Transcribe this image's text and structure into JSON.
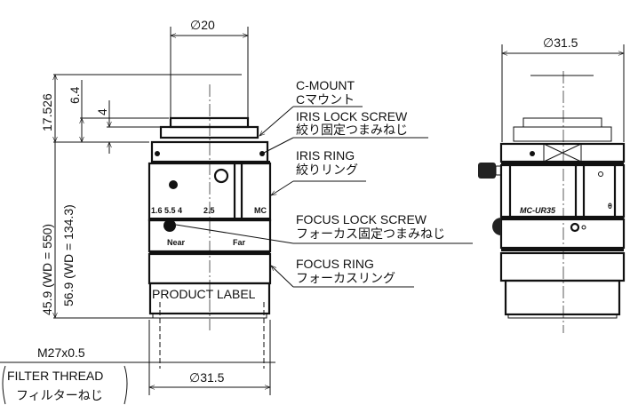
{
  "dimensions": {
    "top_diameter": "∅20",
    "height_total": "17.526",
    "height_6_4": "6.4",
    "height_4": "4",
    "length_wd550": "45.9 (WD = 550)",
    "length_wd134": "56.9 (WD = 134.3)",
    "bottom_diameter": "∅31.5",
    "side_diameter": "∅31.5"
  },
  "filter_thread": {
    "spec": "M27x0.5",
    "label_en": "FILTER THREAD",
    "label_ja": "フィルターねじ"
  },
  "callouts": [
    {
      "en": "C-MOUNT",
      "ja": "Cマウント"
    },
    {
      "en": "IRIS LOCK SCREW",
      "ja": "絞り固定つまみねじ"
    },
    {
      "en": "IRIS RING",
      "ja": "絞りリング"
    },
    {
      "en": "FOCUS LOCK SCREW",
      "ja": "フォーカス固定つまみねじ"
    },
    {
      "en": "FOCUS RING",
      "ja": "フォーカスリング"
    }
  ],
  "lens_markings": {
    "product_label": "PRODUCT LABEL",
    "iris_scale": "1.6 5.5 4",
    "iris_scale_2": "2.5",
    "brand_front": "MC",
    "near": "Near",
    "far": "Far",
    "model": "MC-UR35"
  }
}
